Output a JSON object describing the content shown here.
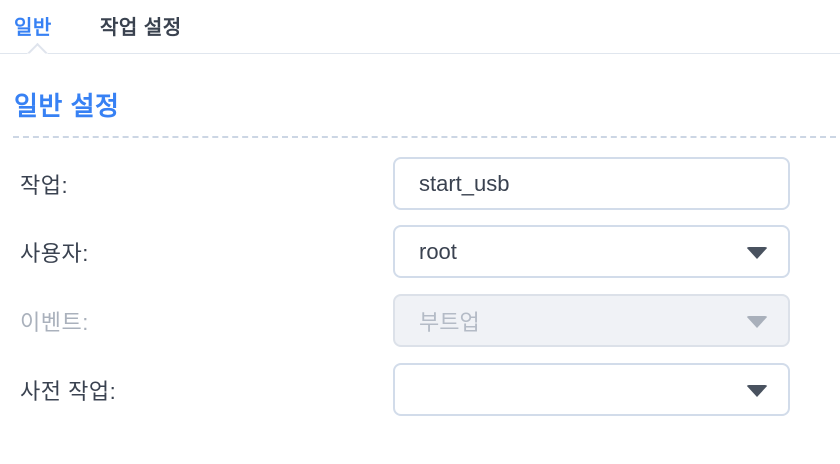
{
  "tabs": {
    "general": {
      "label": "일반",
      "active": true
    },
    "task_settings": {
      "label": "작업 설정",
      "active": false
    }
  },
  "section": {
    "title": "일반 설정"
  },
  "form": {
    "task": {
      "label": "작업:",
      "value": "start_usb",
      "type": "text",
      "disabled": false
    },
    "user": {
      "label": "사용자:",
      "value": "root",
      "type": "select",
      "disabled": false
    },
    "event": {
      "label": "이벤트:",
      "value": "부트업",
      "type": "select",
      "disabled": true
    },
    "pretask": {
      "label": "사전 작업:",
      "value": "",
      "type": "select",
      "disabled": false
    }
  },
  "colors": {
    "accent_blue": "#3781f4",
    "text_dark": "#3a4250",
    "text_disabled": "#b4bbc6",
    "field_border": "#d2dcea",
    "field_disabled_bg": "#f0f2f6",
    "divider_dashed": "#ccd6e4",
    "tab_underline": "#e0e6ee"
  }
}
